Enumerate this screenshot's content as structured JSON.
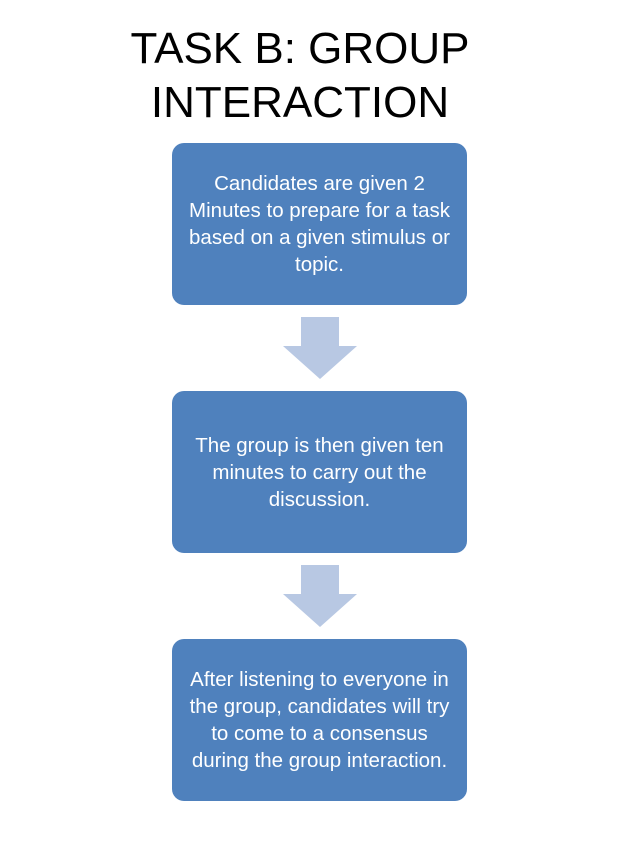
{
  "title": {
    "line1": "TASK B: GROUP",
    "line2": "INTERACTION"
  },
  "steps": [
    {
      "text": "Candidates are given 2 Minutes to prepare for a task based on a given stimulus or topic."
    },
    {
      "text": "The group is then given ten minutes to carry out the discussion."
    },
    {
      "text": "After listening to everyone in the group, candidates will try to come to a consensus during the group interaction."
    }
  ],
  "colors": {
    "box_fill": "#4f81bd",
    "arrow_fill": "#b8c8e3",
    "text": "#ffffff",
    "title": "#000000"
  }
}
